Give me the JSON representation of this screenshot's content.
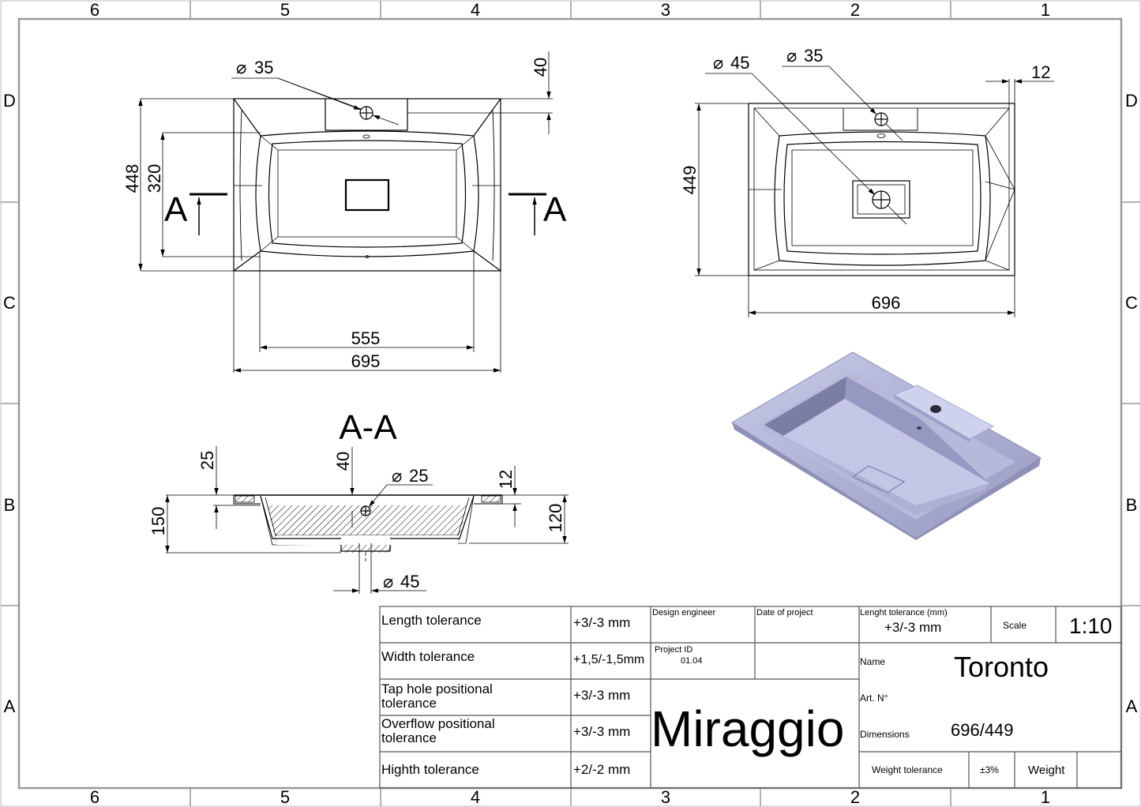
{
  "frame": {
    "columns": [
      "6",
      "5",
      "4",
      "3",
      "2",
      "1"
    ],
    "rows": [
      "D",
      "C",
      "B",
      "A"
    ]
  },
  "top_view": {
    "dim_overall_depth": "448",
    "dim_bowl_depth": "320",
    "dim_tap_hole": "35",
    "dim_tap_offset": "40",
    "dim_bowl_width": "555",
    "dim_overall_width": "695",
    "section_left": "A",
    "section_right": "A"
  },
  "right_view": {
    "dim_drain": "45",
    "dim_tap_hole": "35",
    "dim_rim": "12",
    "dim_depth": "449",
    "dim_width": "696"
  },
  "section_view": {
    "title": "A-A",
    "dim_rim": "25",
    "dim_tap_offset": "40",
    "dim_overflow": "25",
    "dim_edge": "12",
    "dim_total_height": "150",
    "dim_bowl_height": "120",
    "dim_drain": "45"
  },
  "colors": {
    "line": "#000000",
    "frame": "#999999",
    "render_body": "#a9acd0",
    "render_shadow": "#7d80a8",
    "render_light": "#c8cbe6"
  },
  "title_block": {
    "tolerances": [
      {
        "label_line1": "Length tolerance",
        "label_line2": "",
        "value": "+3/-3 mm"
      },
      {
        "label_line1": "Width tolerance",
        "label_line2": "",
        "value": "+1,5/-1,5mm"
      },
      {
        "label_line1": "Tap hole positional",
        "label_line2": "tolerance",
        "value": "+3/-3 mm"
      },
      {
        "label_line1": "Overflow positional",
        "label_line2": "tolerance",
        "value": "+3/-3 mm"
      },
      {
        "label_line1": "Highth tolerance",
        "label_line2": "",
        "value": "+2/-2 mm"
      }
    ],
    "design_engineer_label": "Design engineer",
    "date_label": "Date of project",
    "project_id_label": "Project ID",
    "project_id_value": "01.04",
    "brand": "Miraggio",
    "length_tol_label": "Lenght tolerance (mm)",
    "length_tol_value": "+3/-3 mm",
    "scale_label": "Scale",
    "scale_value": "1:10",
    "name_label": "Name",
    "name_value": "Toronto",
    "art_label": "Art. N°",
    "dimensions_label": "Dimensions",
    "dimensions_value": "696/449",
    "weight_tol_label": "Weight tolerance",
    "weight_tol_value": "±3%",
    "weight_label": "Weight"
  }
}
